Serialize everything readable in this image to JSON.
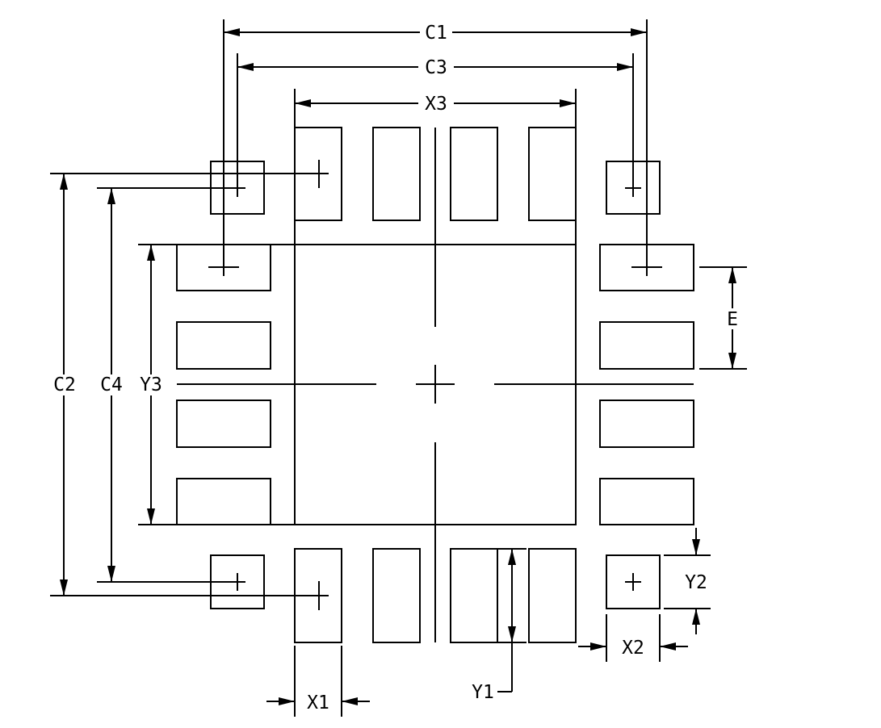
{
  "diagram": {
    "labels": {
      "c1": "C1",
      "c3": "C3",
      "x3": "X3",
      "c2": "C2",
      "c4": "C4",
      "y3": "Y3",
      "e": "E",
      "y2": "Y2",
      "x2": "X2",
      "x1": "X1",
      "y1": "Y1"
    },
    "colors": {
      "stroke": "#000000",
      "background": "#ffffff"
    }
  }
}
